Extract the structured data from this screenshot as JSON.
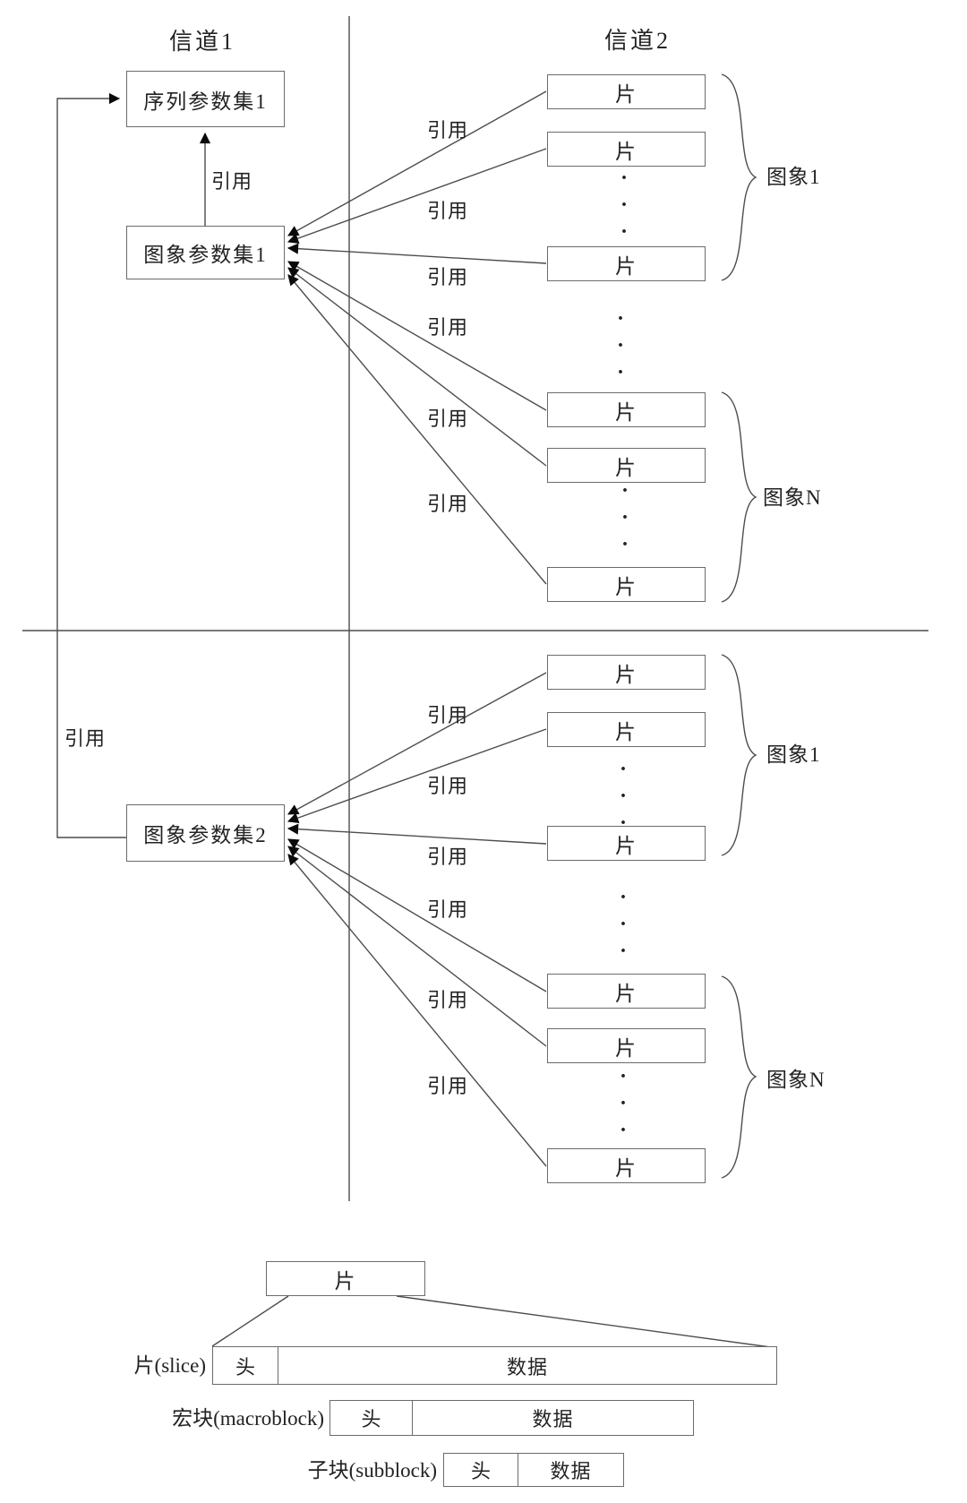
{
  "titles": {
    "channel_1": "信道1",
    "channel_2": "信道2"
  },
  "nodes": {
    "sequence_parameter_set_1": "序列参数集1",
    "picture_parameter_set_1": "图象参数集1",
    "picture_parameter_set_2": "图象参数集2",
    "slice": "片"
  },
  "labels": {
    "reference": "引用",
    "picture_1": "图象1",
    "picture_n": "图象N",
    "ellipsis_dot": "·"
  },
  "legend": {
    "rows": [
      {
        "name": "片(slice)",
        "header": "头",
        "data": "数据"
      },
      {
        "name": "宏块(macroblock)",
        "header": "头",
        "data": "数据"
      },
      {
        "name": "子块(subblock)",
        "header": "头",
        "data": "数据"
      }
    ]
  },
  "colors": {
    "background": "#ffffff",
    "line": "#4d4d4d",
    "box_border": "#6b6b6b",
    "text": "#222222",
    "arrowhead": "#0a0a0a"
  }
}
